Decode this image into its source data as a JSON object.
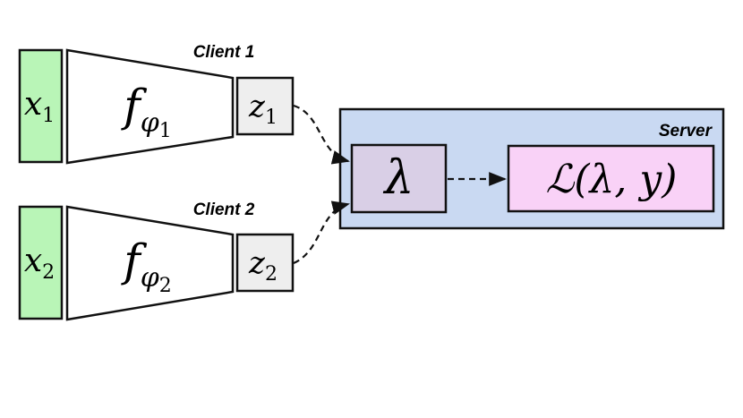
{
  "clients": [
    {
      "label": "Client 1",
      "input": {
        "var": "x",
        "sub": "1"
      },
      "encoder": {
        "var": "f",
        "sub1": "φ",
        "sub2": "1"
      },
      "embedding": {
        "var": "z",
        "sub": "1"
      }
    },
    {
      "label": "Client 2",
      "input": {
        "var": "x",
        "sub": "2"
      },
      "encoder": {
        "var": "f",
        "sub1": "φ",
        "sub2": "2"
      },
      "embedding": {
        "var": "z",
        "sub": "2"
      }
    }
  ],
  "server": {
    "label": "Server",
    "aggregator": "λ",
    "loss": "ℒ(λ, y)"
  },
  "colors": {
    "input_fill": "#b9f5b7",
    "embedding_fill": "#eeeeee",
    "server_fill": "#c9d9f2",
    "aggregator_fill": "#d9cfe6",
    "loss_fill": "#f9d2f7",
    "stroke": "#111111"
  }
}
